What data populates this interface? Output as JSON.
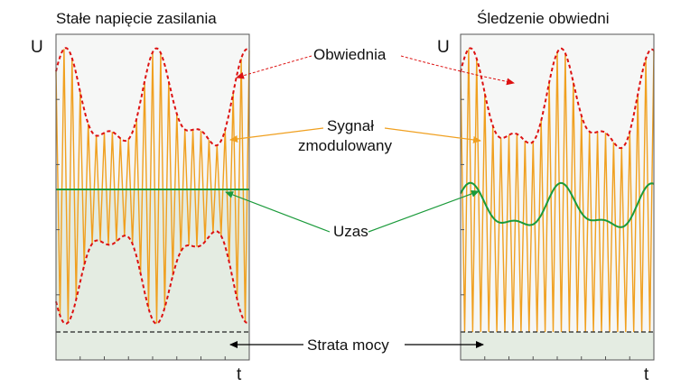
{
  "left_panel": {
    "title": "Stałe napięcie zasilania",
    "y_axis": "U",
    "x_axis": "t"
  },
  "right_panel": {
    "title": "Śledzenie obwiedni",
    "y_axis": "U",
    "x_axis": "t"
  },
  "labels": {
    "envelope": "Obwiednia",
    "modulated_line1": "Sygnał",
    "modulated_line2": "zmodulowany",
    "supply": "Uzas",
    "power_loss": "Strata mocy"
  },
  "colors": {
    "envelope": "#dd1111",
    "modulated": "#f0a020",
    "supply": "#1a9a3a",
    "loss_fill": "#e4ece2",
    "frame": "#555555",
    "frame_bg": "#f6f7f6"
  }
}
